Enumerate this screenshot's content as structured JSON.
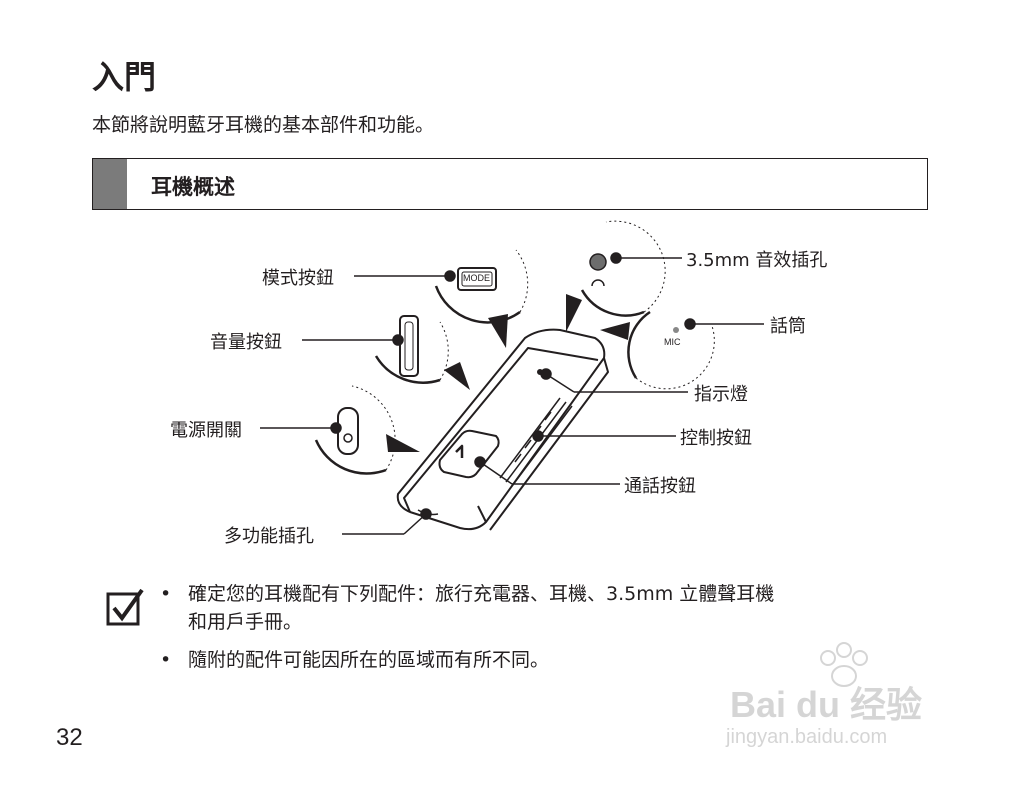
{
  "page": {
    "title": "入門",
    "intro": "本節將說明藍牙耳機的基本部件和功能。",
    "section": {
      "label": "耳機概述"
    },
    "callouts": {
      "mode_button": "模式按鈕",
      "volume_button": "音量按鈕",
      "power_switch": "電源開關",
      "multi_jack": "多功能插孔",
      "audio_jack": "3.5mm 音效插孔",
      "microphone": "話筒",
      "indicator": "指示燈",
      "control_button": "控制按鈕",
      "call_button": "通話按鈕"
    },
    "device_labels": {
      "mode": "MODE",
      "mic": "MIC"
    },
    "notes": {
      "items": [
        {
          "line1": "確定您的耳機配有下列配件：旅行充電器、耳機、3.5mm 立體聲耳機",
          "line2": "和用戶手冊。"
        },
        {
          "line1": "隨附的配件可能因所在的區域而有所不同。"
        }
      ]
    },
    "page_number": "32"
  },
  "watermark": {
    "brand": "Bai du 经验",
    "url": "jingyan.baidu.com"
  }
}
